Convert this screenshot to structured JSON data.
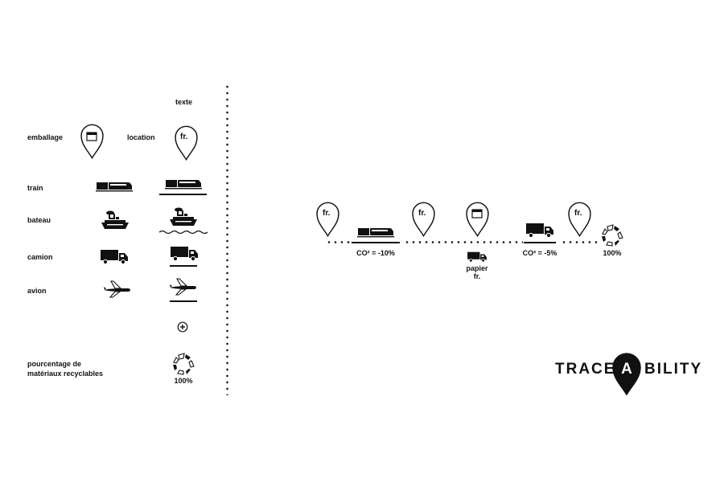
{
  "legend": {
    "texte": "texte",
    "emballage": "emballage",
    "location": "location",
    "location_pin_text": "fr.",
    "train": "train",
    "bateau": "bateau",
    "camion": "camion",
    "avion": "avion",
    "plus_icon": "plus-circle-icon",
    "recycle_label_line1": "pourcentage de",
    "recycle_label_line2": "matériaux recyclables",
    "recycle_percent": "100%"
  },
  "flow": {
    "pin1_text": "fr.",
    "pin2_text": "fr.",
    "pin4_text": "fr.",
    "co2_train": "CO² = -10%",
    "paper_line1": "papier",
    "paper_line2": "fr.",
    "co2_truck": "CO² = -5%",
    "recycle_percent": "100%"
  },
  "logo": {
    "left": "TRACE",
    "pin_letter": "A",
    "right": "BILITY"
  },
  "colors": {
    "ink": "#111111",
    "background": "#ffffff"
  }
}
